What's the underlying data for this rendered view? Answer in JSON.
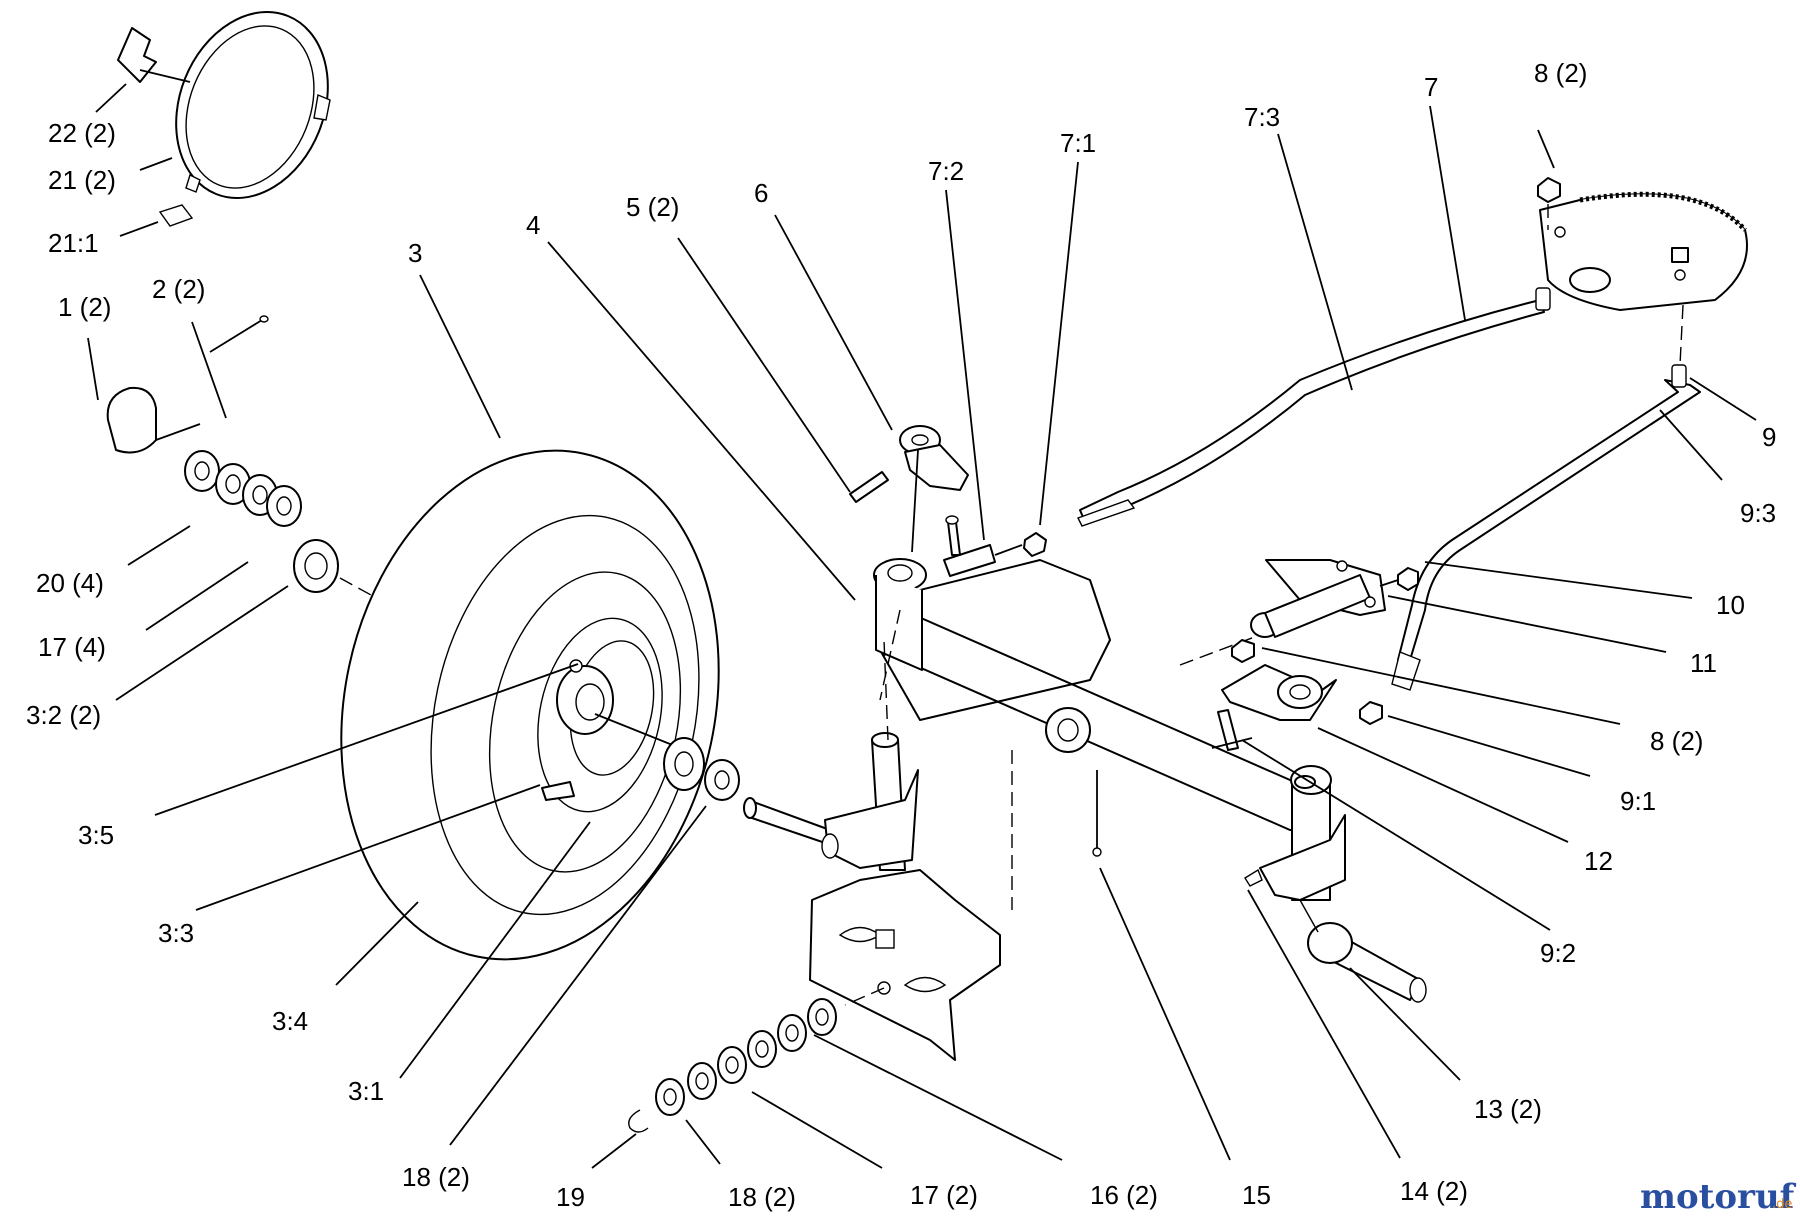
{
  "labels": {
    "l_22": "22 (2)",
    "l_21": "21 (2)",
    "l_21_1": "21:1",
    "l_1": "1 (2)",
    "l_2": "2 (2)",
    "l_20": "20 (4)",
    "l_17a": "17 (4)",
    "l_3_2": "3:2 (2)",
    "l_3_5": "3:5",
    "l_3_3": "3:3",
    "l_3_4": "3:4",
    "l_3_1": "3:1",
    "l_18a": "18 (2)",
    "l_3": "3",
    "l_4": "4",
    "l_5": "5 (2)",
    "l_6": "6",
    "l_7_2": "7:2",
    "l_7_1": "7:1",
    "l_7_3": "7:3",
    "l_7": "7",
    "l_8a": "8 (2)",
    "l_9": "9",
    "l_9_3": "9:3",
    "l_10": "10",
    "l_11": "11",
    "l_8b": "8 (2)",
    "l_9_1": "9:1",
    "l_12": "12",
    "l_9_2": "9:2",
    "l_13": "13 (2)",
    "l_14": "14 (2)",
    "l_15": "15",
    "l_16": "16 (2)",
    "l_17b": "17 (2)",
    "l_18b": "18 (2)",
    "l_19": "19"
  },
  "watermark": {
    "brand": "motoruf",
    "tld": ".de",
    "color_brand": "#2a4fa0",
    "color_accent": "#e08a1e"
  }
}
